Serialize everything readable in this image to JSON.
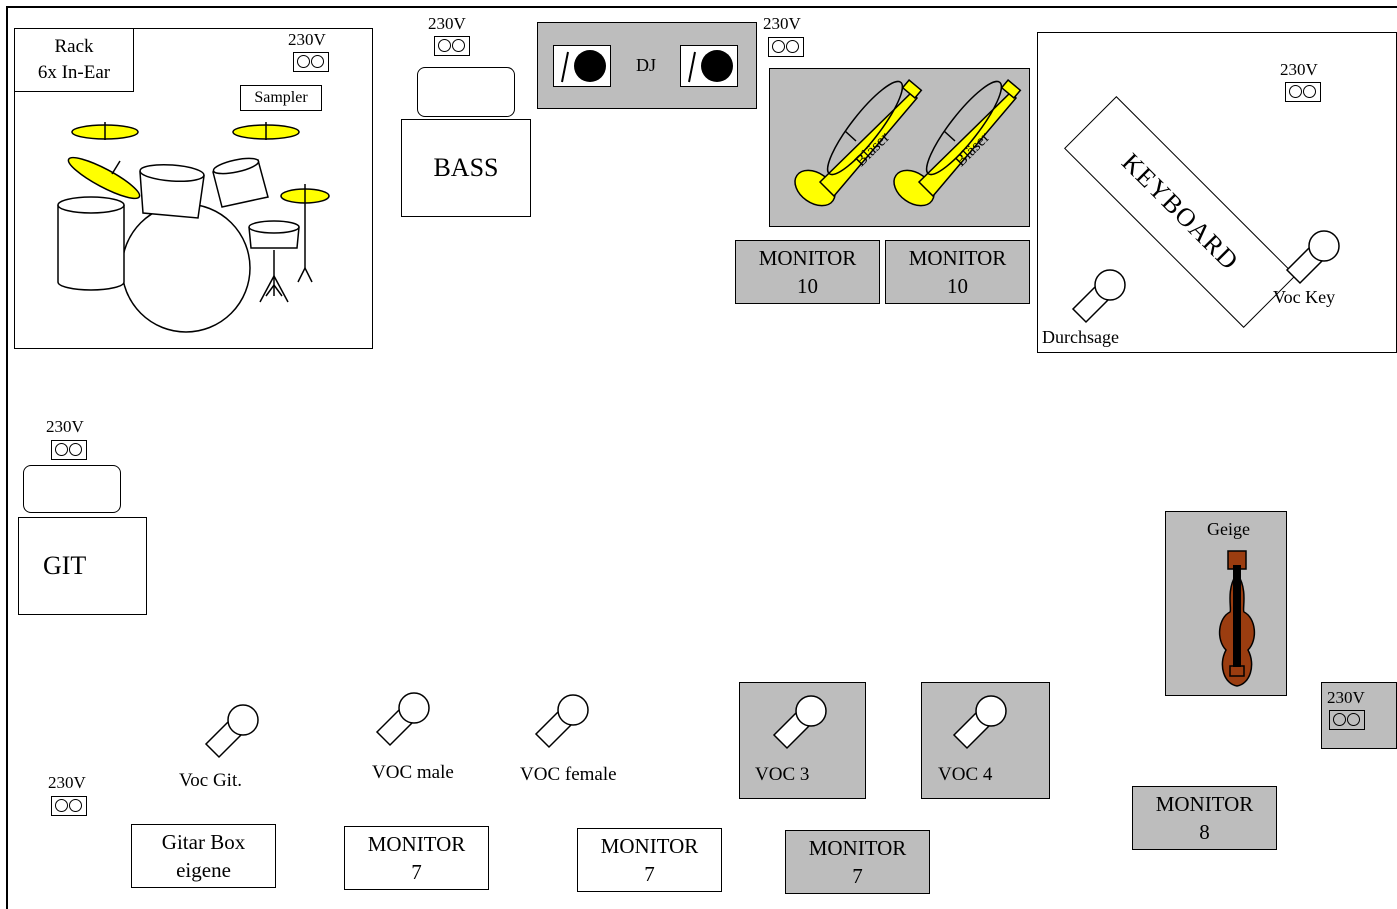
{
  "power_label": "230V",
  "drums": {
    "rack": [
      "Rack",
      "6x In-Ear"
    ],
    "sampler": "Sampler"
  },
  "bass": "BASS",
  "dj": "DJ",
  "horns": [
    "Bläser",
    "Bläser"
  ],
  "monitors_top": [
    [
      "MONITOR",
      "10"
    ],
    [
      "MONITOR",
      "10"
    ]
  ],
  "keyboard": {
    "label": "KEYBOARD",
    "announce": "Durchsage",
    "voc_key": "Voc Key"
  },
  "guitar": "GIT",
  "violin": "Geige",
  "vocals": {
    "git": "Voc Git.",
    "male": "VOC male",
    "female": "VOC female",
    "voc3": "VOC 3",
    "voc4": "VOC 4"
  },
  "guitar_box": [
    "Gitar Box",
    "eigene"
  ],
  "monitors_bottom": [
    [
      "MONITOR",
      "7"
    ],
    [
      "MONITOR",
      "7"
    ],
    [
      "MONITOR",
      "7"
    ],
    [
      "MONITOR",
      "8"
    ]
  ]
}
